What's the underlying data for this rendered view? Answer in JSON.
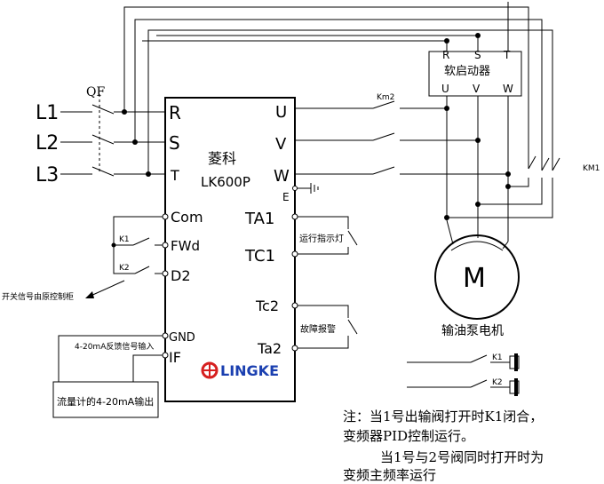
{
  "inputs": {
    "qf": "QF",
    "l1": "L1",
    "l2": "L2",
    "l3": "L3"
  },
  "inverter": {
    "name": "菱科",
    "model": "LK600P",
    "brand": "LINGKE",
    "brand_color": "#1a3fb0",
    "logo_color": "#d62020",
    "terminals": {
      "r": "R",
      "s": "S",
      "t": "T",
      "u": "U",
      "v": "V",
      "w": "W",
      "e": "E",
      "com": "Com",
      "fwd": "FWd",
      "d2": "D2",
      "gnd": "GND",
      "if": "IF",
      "ta1": "TA1",
      "tc1": "TC1",
      "tc2": "Tc2",
      "ta2": "Ta2"
    }
  },
  "soft_starter": {
    "label": "软启动器",
    "top": [
      "R",
      "S",
      "T"
    ],
    "bottom": [
      "U",
      "V",
      "W"
    ]
  },
  "contactors": {
    "km2": "Km2",
    "km1": "KM1"
  },
  "motor": {
    "symbol": "M",
    "label": "输油泵电机"
  },
  "inputs_left": {
    "k1": "K1",
    "k2": "K2",
    "switch_signal": "开关信号由原控制柜",
    "analog_label": "4-20mA反馈信号输入",
    "flowmeter": "流量计的4-20mA输出"
  },
  "outputs_right": {
    "run_lamp": "运行指示灯",
    "fault_alarm": "故障报警"
  },
  "valves": {
    "k1": "K1",
    "k2": "K2"
  },
  "note": {
    "line1": "注：当1号出输阀打开时K1闭合，",
    "line2": "变频器PID控制运行。",
    "line3": "当1号与2号阀同时打开时为",
    "line4": "变频主频率运行"
  }
}
